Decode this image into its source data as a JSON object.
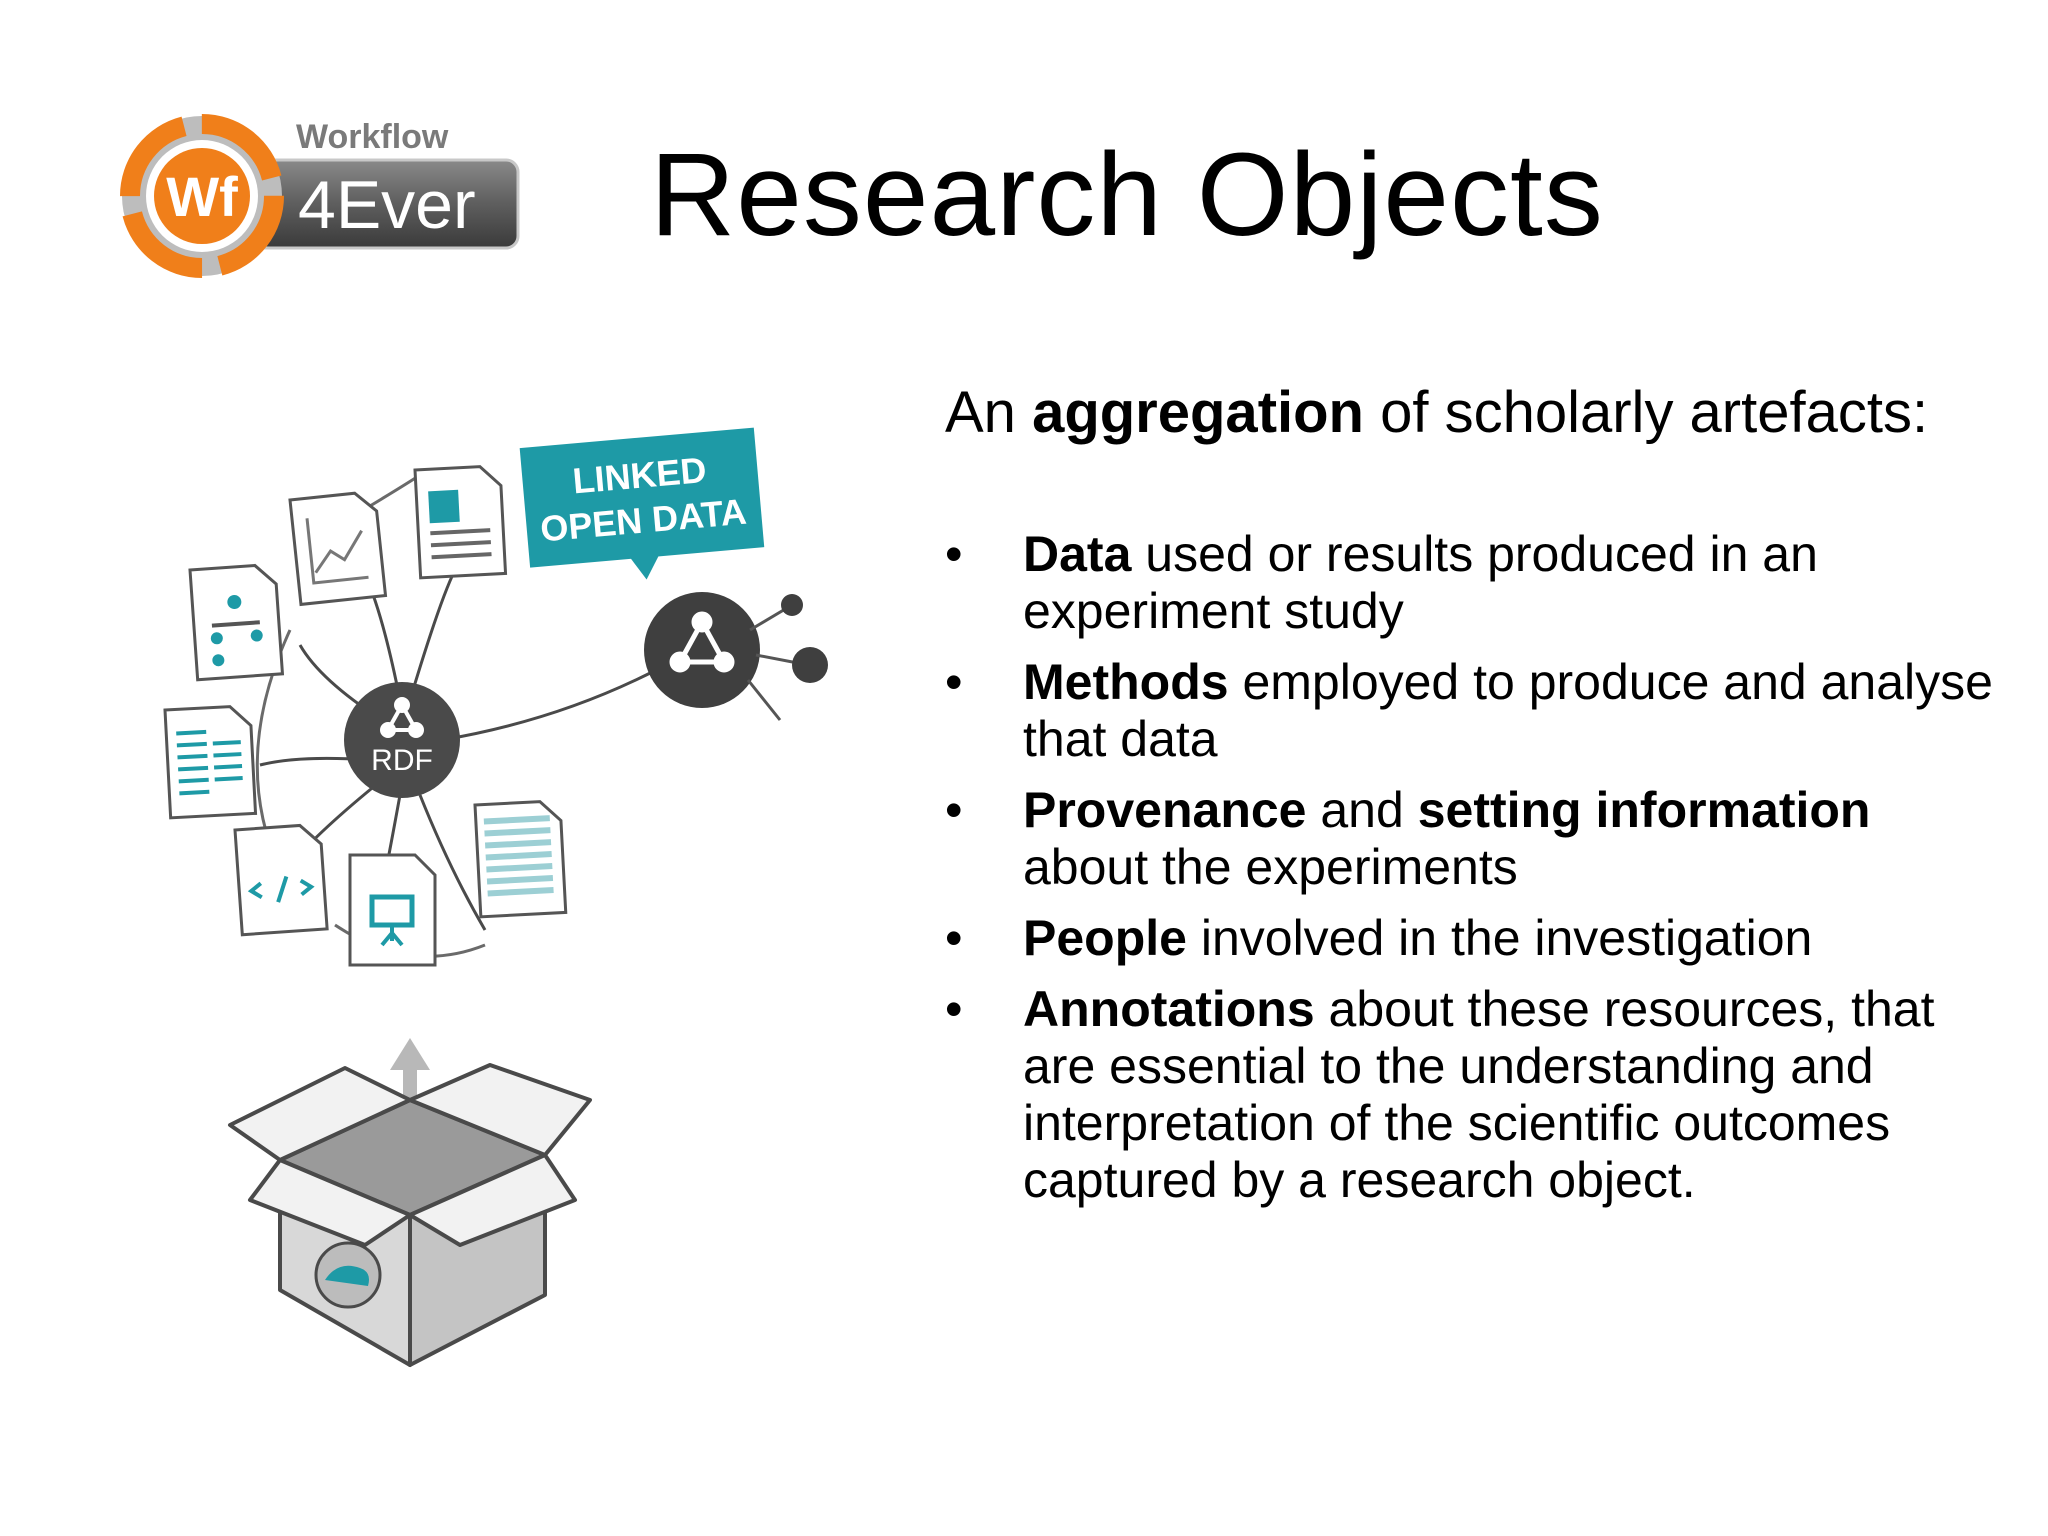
{
  "logo": {
    "top": "Workflow",
    "badge": "Wf",
    "name": "4Ever"
  },
  "title": "Research Objects",
  "figure": {
    "callout_line1": "LINKED",
    "callout_line2": "OPEN DATA",
    "hub_label": "RDF"
  },
  "intro": {
    "pre": "An ",
    "bold": "aggregation",
    "post": " of scholarly artefacts:"
  },
  "bullet_symbol": "•",
  "bullets": [
    {
      "bold1": "Data",
      "text1": " used or results produced in an experiment study"
    },
    {
      "bold1": "Methods",
      "text1": " employed to produce and analyse that data"
    },
    {
      "bold1": "Provenance",
      "text1": " and ",
      "bold2": "setting information",
      "text2": " about the experiments"
    },
    {
      "bold1": "People",
      "text1": " involved in the investigation"
    },
    {
      "bold1": "Annotations",
      "text1": " about these resources, that are essential to the understanding and interpretation of the scientific outcomes captured by a research object."
    }
  ],
  "colors": {
    "teal": "#1e9aa6",
    "orange": "#f07f1a",
    "dark": "#4a4a4a",
    "grey": "#9a9a9a"
  }
}
